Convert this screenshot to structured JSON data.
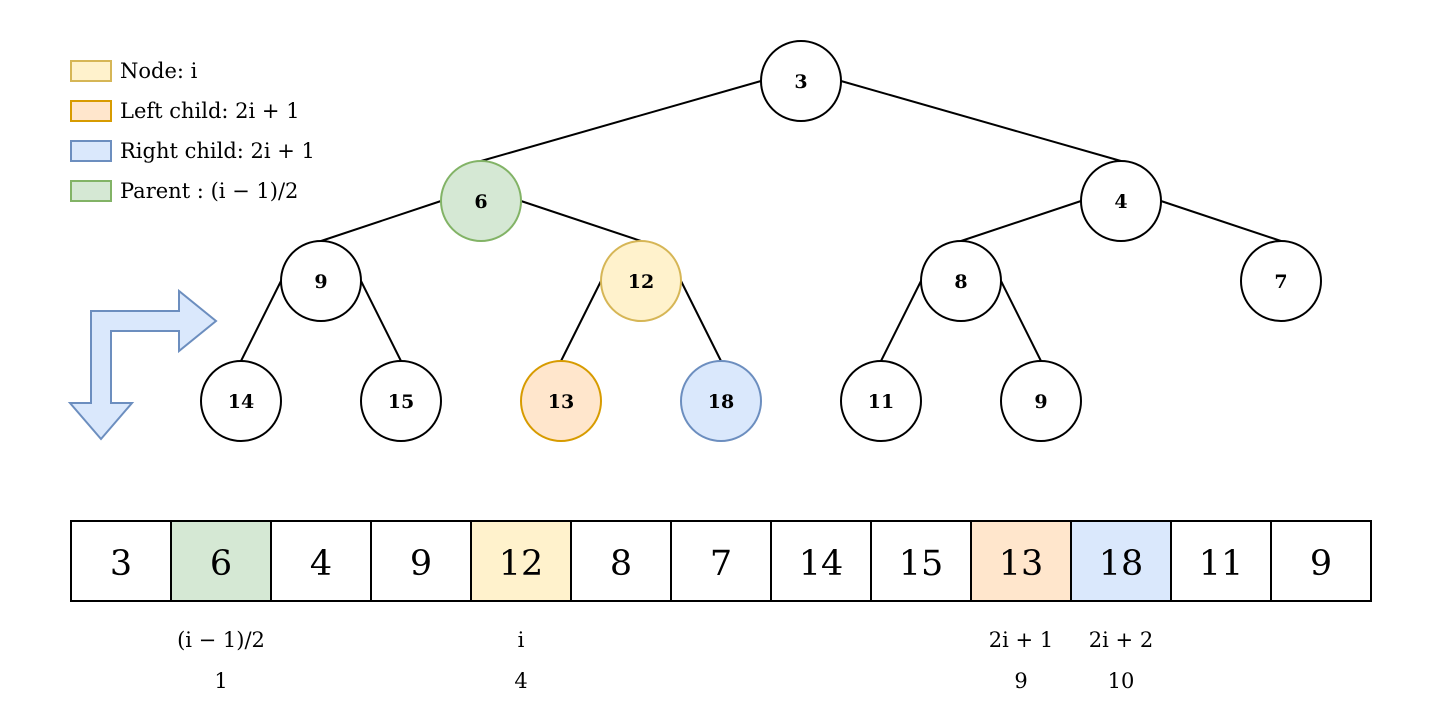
{
  "colors": {
    "node": {
      "fill": "#fff2cc",
      "stroke": "#d6b656"
    },
    "left_child": {
      "fill": "#ffe6cc",
      "stroke": "#d79b00"
    },
    "right_child": {
      "fill": "#dae8fc",
      "stroke": "#6c8ebf"
    },
    "parent": {
      "fill": "#d5e8d4",
      "stroke": "#82b366"
    },
    "plain": {
      "fill": "#ffffff",
      "stroke": "#000000"
    }
  },
  "legend": [
    {
      "label": "Node: i",
      "role": "node"
    },
    {
      "label": "Left child: 2i + 1",
      "role": "left_child"
    },
    {
      "label": "Right child: 2i + 1",
      "role": "right_child"
    },
    {
      "label": "Parent : (i − 1)/2",
      "role": "parent"
    }
  ],
  "tree": [
    {
      "value": "3",
      "role": "plain"
    },
    {
      "value": "6",
      "role": "parent"
    },
    {
      "value": "4",
      "role": "plain"
    },
    {
      "value": "9",
      "role": "plain"
    },
    {
      "value": "12",
      "role": "node"
    },
    {
      "value": "8",
      "role": "plain"
    },
    {
      "value": "7",
      "role": "plain"
    },
    {
      "value": "14",
      "role": "plain"
    },
    {
      "value": "15",
      "role": "plain"
    },
    {
      "value": "13",
      "role": "left_child"
    },
    {
      "value": "18",
      "role": "right_child"
    },
    {
      "value": "11",
      "role": "plain"
    },
    {
      "value": "9",
      "role": "plain"
    }
  ],
  "array": [
    "3",
    "6",
    "4",
    "9",
    "12",
    "8",
    "7",
    "14",
    "15",
    "13",
    "18",
    "11",
    "9"
  ],
  "annotations": [
    {
      "index": 1,
      "formula": "(i − 1)/2",
      "value": "1"
    },
    {
      "index": 4,
      "formula": "i",
      "value": "4"
    },
    {
      "index": 9,
      "formula": "2i + 1",
      "value": "9"
    },
    {
      "index": 10,
      "formula": "2i + 2",
      "value": "10"
    }
  ],
  "arrow_icon": "turn-down-arrow-icon"
}
